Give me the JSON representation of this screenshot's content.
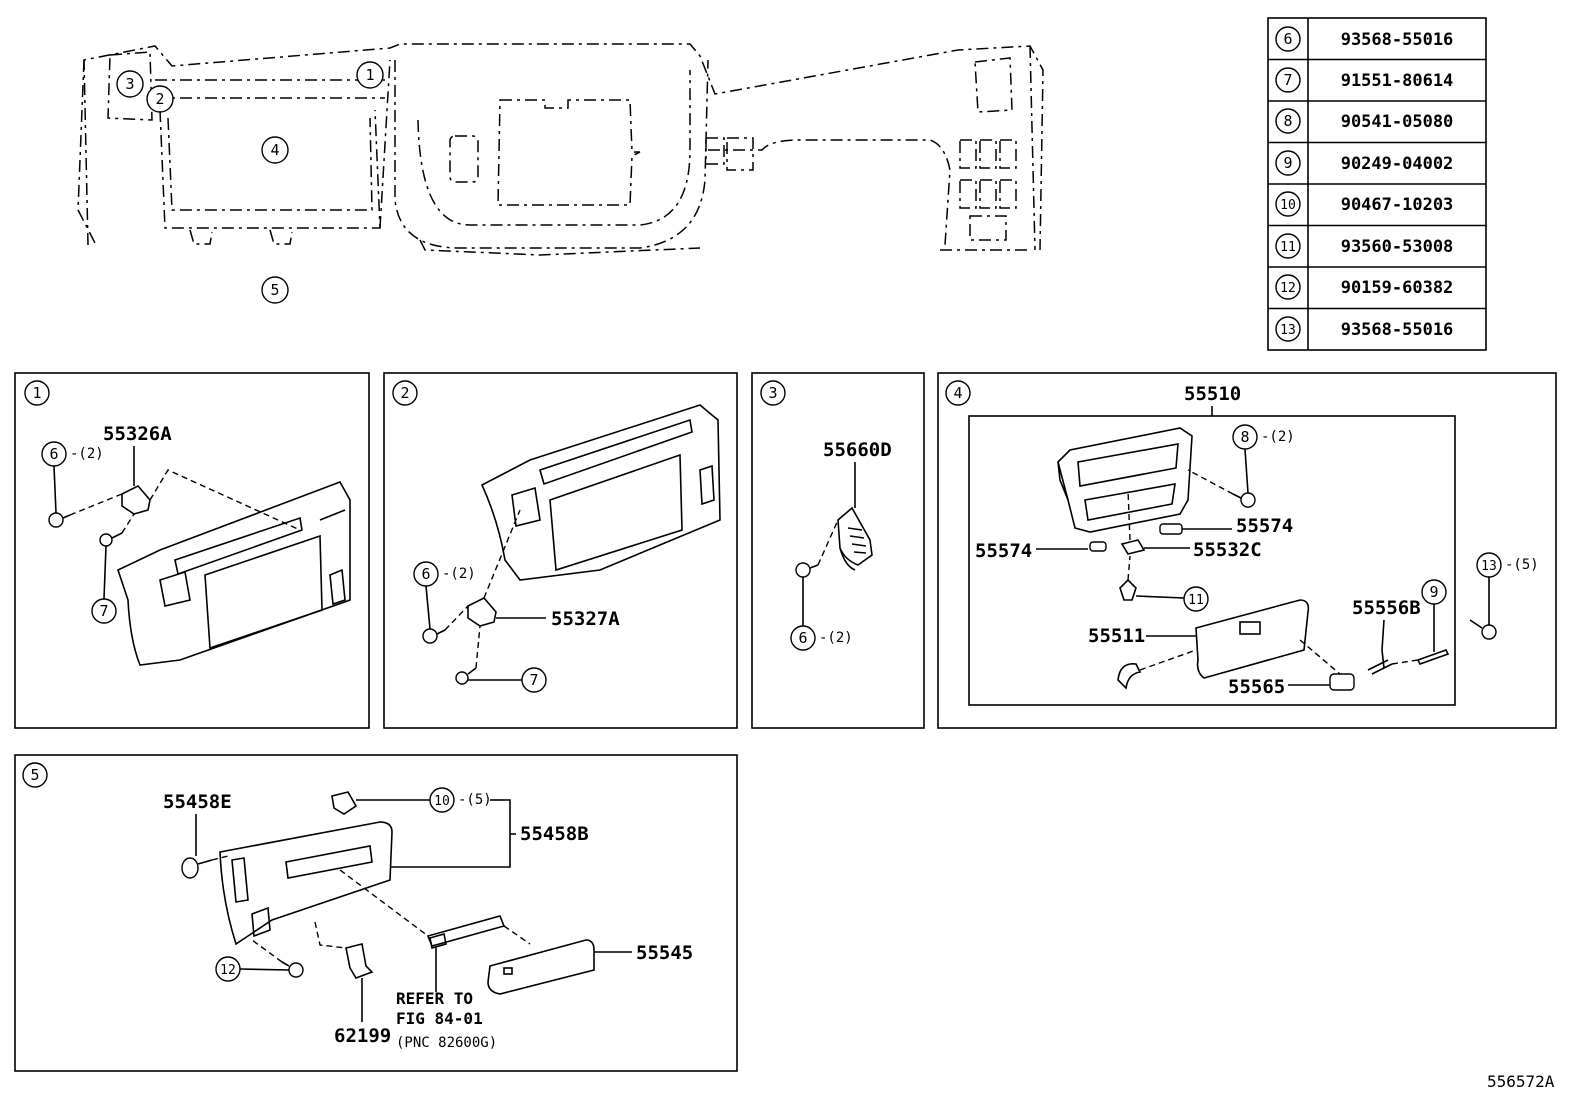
{
  "figure_id": "556572A",
  "parts_table": [
    {
      "key": "6",
      "part_number": "93568-55016"
    },
    {
      "key": "7",
      "part_number": "91551-80614"
    },
    {
      "key": "8",
      "part_number": "90541-05080"
    },
    {
      "key": "9",
      "part_number": "90249-04002"
    },
    {
      "key": "10",
      "part_number": "90467-10203"
    },
    {
      "key": "11",
      "part_number": "93560-53008"
    },
    {
      "key": "12",
      "part_number": "90159-60382"
    },
    {
      "key": "13",
      "part_number": "93568-55016"
    }
  ],
  "overview": {
    "callouts": [
      "1",
      "2",
      "3",
      "4",
      "5"
    ]
  },
  "panels": {
    "p1": {
      "number": "1",
      "labels": {
        "part_a": "55326A",
        "callout_6": "6",
        "qty_6": "-(2)",
        "callout_7": "7"
      }
    },
    "p2": {
      "number": "2",
      "labels": {
        "part_a": "55327A",
        "callout_6": "6",
        "qty_6": "-(2)",
        "callout_7": "7"
      }
    },
    "p3": {
      "number": "3",
      "labels": {
        "part_a": "55660D",
        "callout_6": "6",
        "qty_6": "-(2)"
      }
    },
    "p4": {
      "number": "4",
      "labels": {
        "assembly": "55510",
        "callout_8": "8",
        "qty_8": "-(2)",
        "p55574_right": "55574",
        "p55574_left": "55574",
        "p55532C": "55532C",
        "callout_11": "11",
        "p55511": "55511",
        "p55556B": "55556B",
        "callout_9": "9",
        "p55565": "55565",
        "callout_13": "13",
        "qty_13": "-(5)"
      }
    },
    "p5": {
      "number": "5",
      "labels": {
        "p55458E": "55458E",
        "callout_10": "10",
        "qty_10": "-(5)",
        "p55458B": "55458B",
        "p55545": "55545",
        "callout_12": "12",
        "p62199": "62199",
        "refer_line1": "REFER TO",
        "refer_line2": "FIG 84-01",
        "refer_line3": "(PNC 82600G)"
      }
    }
  }
}
